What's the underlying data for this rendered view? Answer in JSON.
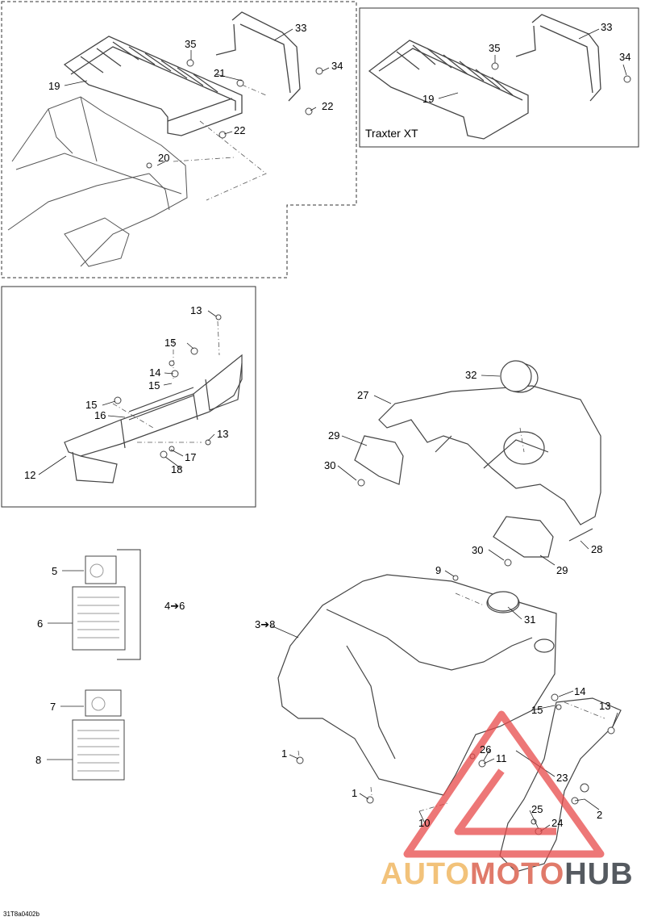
{
  "panels": {
    "traxter_label": "Traxter XT"
  },
  "callouts": {
    "c33a": "33",
    "c35a": "35",
    "c34a": "34",
    "c19a": "19",
    "c21": "21",
    "c22a": "22",
    "c22b": "22",
    "c20": "20",
    "c33b": "33",
    "c35b": "35",
    "c34b": "34",
    "c19b": "19",
    "c13a": "13",
    "c15a": "15",
    "c14": "14",
    "c15b": "15",
    "c15c": "15",
    "c16": "16",
    "c13b": "13",
    "c17": "17",
    "c18": "18",
    "c12": "12",
    "c32": "32",
    "c27": "27",
    "c29a": "29",
    "c30a": "30",
    "c28": "28",
    "c30b": "30",
    "c29b": "29",
    "c5": "5",
    "c6": "6",
    "c4to6": "4➔6",
    "c7": "7",
    "c8": "8",
    "c9": "9",
    "c31": "31",
    "c3to8": "3➔8",
    "c14b": "14",
    "c15d": "15",
    "c13c": "13",
    "c1a": "1",
    "c26": "26",
    "c11": "11",
    "c23": "23",
    "c1b": "1",
    "c2": "2",
    "c25": "25",
    "c10": "10",
    "c24": "24"
  },
  "footer": {
    "doc_code": "31T8a0402b"
  },
  "watermark": {
    "part1": "AUTO",
    "part2": "MOTO",
    "part3": "HUB",
    "colors": {
      "auto": "#f2c27a",
      "moto": "#e07a6a",
      "hub": "#555a60",
      "triangle": "#e84a4a"
    }
  }
}
